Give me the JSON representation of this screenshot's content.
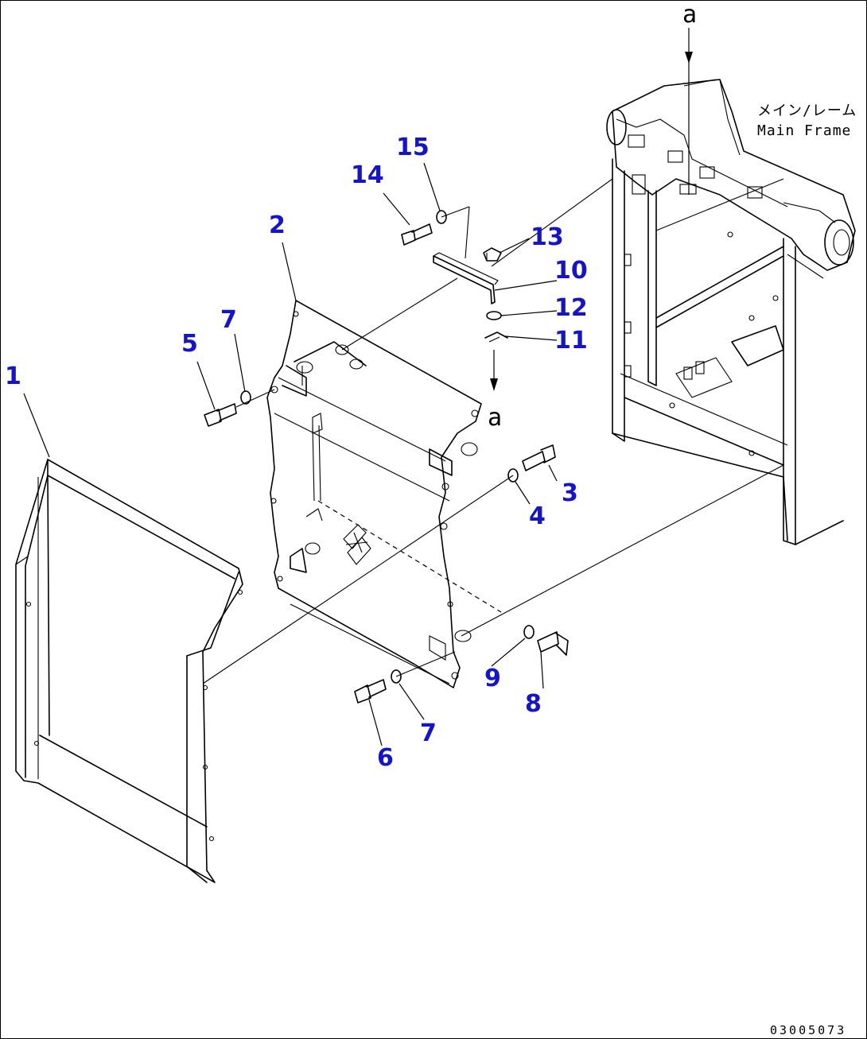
{
  "labels": {
    "main_frame_jp": "メイン/レーム",
    "main_frame_en": "Main Frame",
    "ref_top": "a",
    "ref_mid": "a",
    "drawing_code": "03005073"
  },
  "callouts": [
    {
      "id": "1",
      "text": "1"
    },
    {
      "id": "2",
      "text": "2"
    },
    {
      "id": "3",
      "text": "3"
    },
    {
      "id": "4",
      "text": "4"
    },
    {
      "id": "5",
      "text": "5"
    },
    {
      "id": "6",
      "text": "6"
    },
    {
      "id": "7a",
      "text": "7"
    },
    {
      "id": "7b",
      "text": "7"
    },
    {
      "id": "8",
      "text": "8"
    },
    {
      "id": "9",
      "text": "9"
    },
    {
      "id": "10",
      "text": "10"
    },
    {
      "id": "11",
      "text": "11"
    },
    {
      "id": "12",
      "text": "12"
    },
    {
      "id": "13",
      "text": "13"
    },
    {
      "id": "14",
      "text": "14"
    },
    {
      "id": "15",
      "text": "15"
    }
  ],
  "colors": {
    "callout": "#1414cc",
    "line": "#000000",
    "background": "#ffffff"
  }
}
